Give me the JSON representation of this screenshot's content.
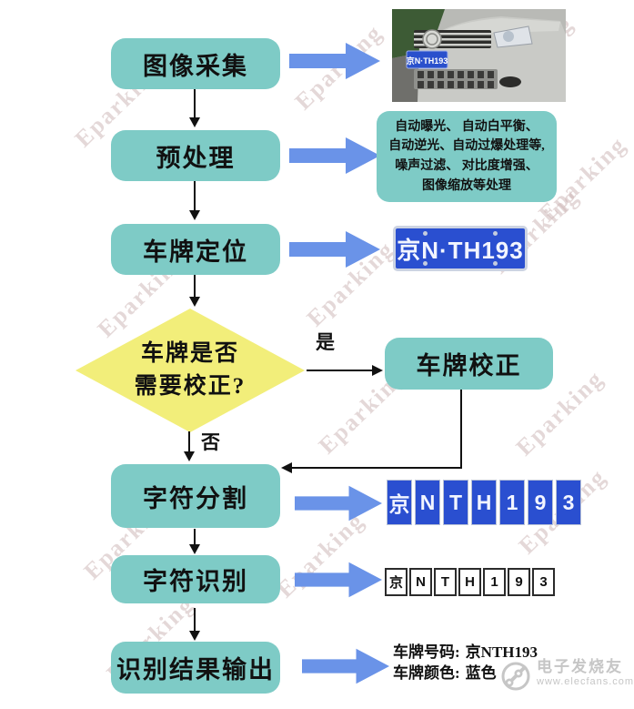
{
  "colors": {
    "teal": "#7ecbc6",
    "yellow": "#f2ee7a",
    "blue": "#6a93e8",
    "plate-blue": "#2a4fd0"
  },
  "steps": {
    "acquire": "图像采集",
    "preprocess": "预处理",
    "locate": "车牌定位",
    "correct": "车牌校正",
    "segment": "字符分割",
    "recognize": "字符识别",
    "output": "识别结果输出"
  },
  "decision": {
    "line1": "车牌是否",
    "line2": "需要校正?",
    "yes": "是",
    "no": "否"
  },
  "preprocess_note": {
    "lines": [
      "自动曝光、 自动白平衡、",
      "自动逆光、自动过爆处理等,",
      "噪声过滤、 对比度增强、",
      "图像缩放等处理"
    ]
  },
  "car_photo": {
    "plate_text": "京N·TH193"
  },
  "plate": {
    "text": "京N·TH193"
  },
  "segmented_chars": [
    "京",
    "N",
    "T",
    "H",
    "1",
    "9",
    "3"
  ],
  "recognized_chars": [
    "京",
    "N",
    "T",
    "H",
    "1",
    "9",
    "3"
  ],
  "result": {
    "line1_label": "车牌号码:",
    "line1_value": "京NTH193",
    "line2_label": "车牌颜色:",
    "line2_value": "蓝色"
  },
  "watermark": {
    "text": "Eparking"
  },
  "site_watermark": {
    "name": "电子发烧友",
    "url": "www.elecfans.com"
  }
}
